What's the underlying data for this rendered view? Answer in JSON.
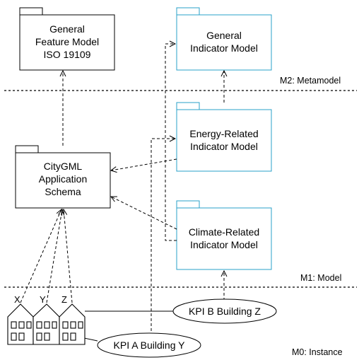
{
  "colors": {
    "black_package": "#000000",
    "blue_package": "#2aa0c8",
    "background": "#ffffff"
  },
  "packages": {
    "general_feature_model": [
      "General",
      "Feature Model",
      "ISO 19109"
    ],
    "citygml_schema": [
      "CityGML",
      "Application",
      "Schema"
    ],
    "general_indicator_model": [
      "General",
      "Indicator Model"
    ],
    "energy_indicator_model": [
      "Energy-Related",
      "Indicator Model"
    ],
    "climate_indicator_model": [
      "Climate-Related",
      "Indicator Model"
    ]
  },
  "levels": {
    "m2": "M2: Metamodel",
    "m1": "M1: Model",
    "m0": "M0: Instance"
  },
  "buildings": {
    "x": "X",
    "y": "Y",
    "z": "Z"
  },
  "kpis": {
    "a": "KPI A Building Y",
    "b": "KPI B Building Z"
  }
}
